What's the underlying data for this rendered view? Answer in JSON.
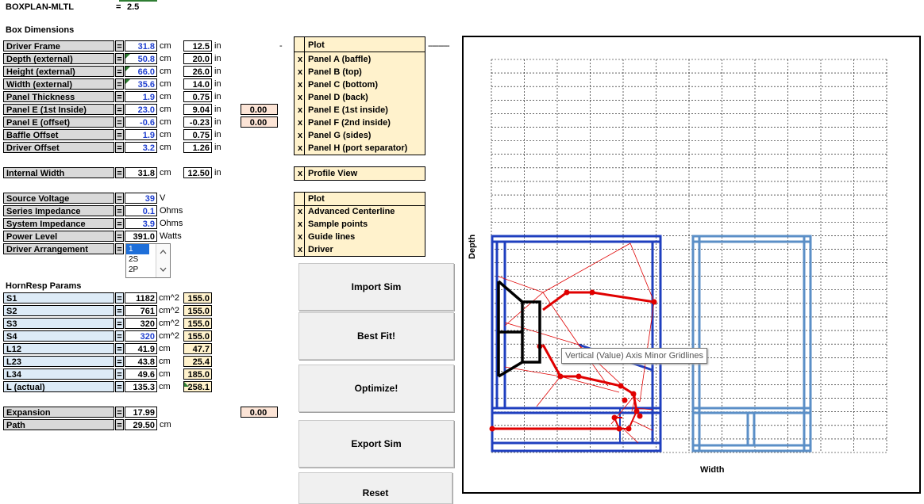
{
  "title": {
    "name": "BOXPLAN-MLTL",
    "eq": "=",
    "value": "2.5"
  },
  "box_dimensions": {
    "header": "Box Dimensions",
    "rows": [
      {
        "label": "Driver Frame",
        "cm": "31.8",
        "in": "12.5",
        "extra": ""
      },
      {
        "label": "Depth (external)",
        "cm": "50.8",
        "in": "20.0",
        "extra": ""
      },
      {
        "label": "Height (external)",
        "cm": "66.0",
        "in": "26.0",
        "extra": ""
      },
      {
        "label": "Width (external)",
        "cm": "35.6",
        "in": "14.0",
        "extra": ""
      },
      {
        "label": "Panel Thickness",
        "cm": "1.9",
        "in": "0.75",
        "extra": ""
      },
      {
        "label": "Panel E (1st Inside)",
        "cm": "23.0",
        "in": "9.04",
        "extra": "0.00"
      },
      {
        "label": "Panel E (offset)",
        "cm": "-0.6",
        "in": "-0.23",
        "extra": "0.00"
      },
      {
        "label": "Baffle Offset",
        "cm": "1.9",
        "in": "0.75",
        "extra": ""
      },
      {
        "label": "Driver Offset",
        "cm": "3.2",
        "in": "1.26",
        "extra": ""
      }
    ],
    "dash": "-",
    "dashes": "----------"
  },
  "units": {
    "cm": "cm",
    "in": "in",
    "eq": "="
  },
  "internal_width": {
    "label": "Internal Width",
    "cm": "31.8",
    "in": "12.50"
  },
  "electrical": {
    "rows": [
      {
        "label": "Source Voltage",
        "value": "39",
        "unit": "V"
      },
      {
        "label": "Series Impedance",
        "value": "0.1",
        "unit": "Ohms"
      },
      {
        "label": "System Impedance",
        "value": "3.9",
        "unit": "Ohms"
      },
      {
        "label": "Power Level",
        "value": "391.0",
        "unit": "Watts"
      },
      {
        "label": "Driver Arrangement",
        "value": "1",
        "unit": ""
      }
    ],
    "dropdown_options": [
      "1",
      "2S",
      "2P"
    ]
  },
  "hornresp": {
    "header": "HornResp Params",
    "rows": [
      {
        "label": "S1",
        "value": "1182",
        "unit": "cm^2",
        "sim": "155.0"
      },
      {
        "label": "S2",
        "value": "761",
        "unit": "cm^2",
        "sim": "155.0"
      },
      {
        "label": "S3",
        "value": "320",
        "unit": "cm^2",
        "sim": "155.0"
      },
      {
        "label": "S4",
        "value": "320",
        "unit": "cm^2",
        "sim": "155.0"
      },
      {
        "label": "L12",
        "value": "41.9",
        "unit": "cm",
        "sim": "47.7"
      },
      {
        "label": "L23",
        "value": "43.8",
        "unit": "cm",
        "sim": "25.4"
      },
      {
        "label": "L34",
        "value": "49.6",
        "unit": "cm",
        "sim": "185.0"
      },
      {
        "label": "L (actual)",
        "value": "135.3",
        "unit": "cm",
        "sim": "258.1"
      }
    ]
  },
  "expansion": {
    "label": "Expansion",
    "value": "17.99",
    "extra": "0.00"
  },
  "path": {
    "label": "Path",
    "value": "29.50",
    "unit": "cm"
  },
  "plot_panels": {
    "header": "Plot",
    "items": [
      {
        "x": "x",
        "label": "Panel A (baffle)"
      },
      {
        "x": "x",
        "label": "Panel B (top)"
      },
      {
        "x": "x",
        "label": "Panel C (bottom)"
      },
      {
        "x": "x",
        "label": "Panel D (back)"
      },
      {
        "x": "x",
        "label": "Panel E (1st inside)"
      },
      {
        "x": "x",
        "label": "Panel F (2nd inside)"
      },
      {
        "x": "x",
        "label": "Panel G (sides)"
      },
      {
        "x": "x",
        "label": "Panel H (port separator)"
      }
    ]
  },
  "profile_view": {
    "x": "x",
    "label": "Profile View"
  },
  "plot_options": {
    "header": "Plot",
    "items": [
      {
        "x": "x",
        "label": "Advanced Centerline"
      },
      {
        "x": "x",
        "label": "Sample points"
      },
      {
        "x": "x",
        "label": "Guide lines"
      },
      {
        "x": "x",
        "label": "Driver"
      }
    ]
  },
  "buttons": {
    "import": "Import Sim",
    "best_fit": "Best Fit!",
    "optimize": "Optimize!",
    "export": "Export Sim",
    "reset": "Reset"
  },
  "chart": {
    "xlabel": "Width",
    "ylabel": "Depth",
    "tooltip": "Vertical (Value) Axis Minor Gridlines",
    "colors": {
      "panel": "#1f3fbf",
      "side": "#5b8fc7",
      "centerline": "#e00000",
      "driver": "#000000"
    }
  }
}
